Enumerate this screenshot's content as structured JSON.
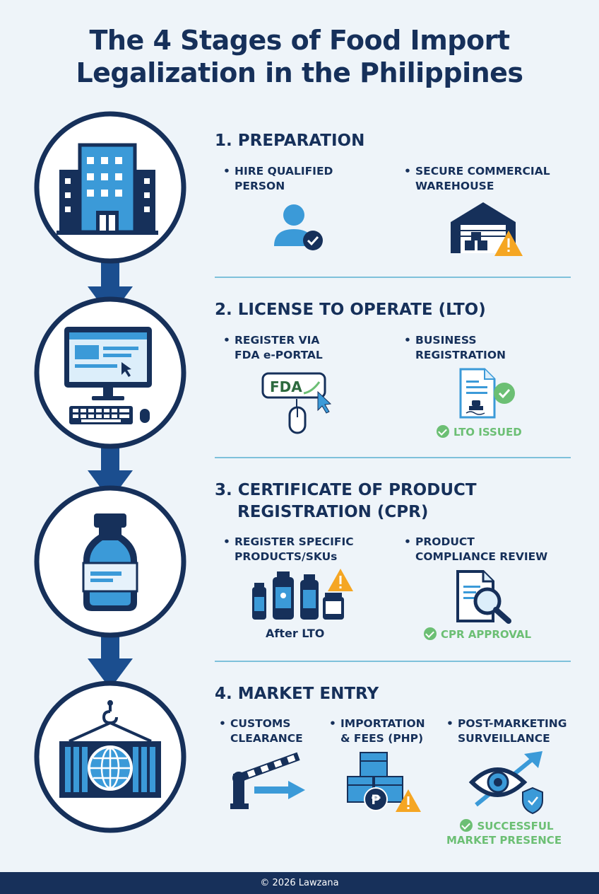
{
  "title": {
    "line1": "The 4 Stages of Food Import",
    "line2": "Legalization in the Philippines"
  },
  "stages": [
    {
      "title": "1. PREPARATION",
      "bullets": [
        {
          "lines": [
            "HIRE QUALIFIED",
            "PERSON"
          ],
          "icon": "person-check-icon"
        },
        {
          "lines": [
            "SECURE COMMERCIAL",
            "WAREHOUSE"
          ],
          "icon": "warehouse-warning-icon"
        }
      ],
      "circle_icon": "office-building-icon"
    },
    {
      "title": "2. LICENSE TO OPERATE (LTO)",
      "bullets": [
        {
          "lines": [
            "REGISTER VIA",
            "FDA e-PORTAL"
          ],
          "icon": "fda-mouse-icon"
        },
        {
          "lines": [
            "BUSINESS",
            "REGISTRATION"
          ],
          "icon": "document-stamp-icon"
        }
      ],
      "fda_label": "FDA",
      "status": "LTO ISSUED",
      "circle_icon": "computer-icon"
    },
    {
      "title_line1": "3. CERTIFICATE OF PRODUCT",
      "title_line2": "REGISTRATION (CPR)",
      "bullets": [
        {
          "lines": [
            "REGISTER SPECIFIC",
            "PRODUCTS/SKUs"
          ],
          "icon": "bottles-warning-icon"
        },
        {
          "lines": [
            "PRODUCT",
            "COMPLIANCE REVIEW"
          ],
          "icon": "document-search-icon"
        }
      ],
      "caption": "After LTO",
      "status": "CPR APPROVAL",
      "circle_icon": "bottle-icon"
    },
    {
      "title": "4. MARKET ENTRY",
      "bullets": [
        {
          "lines": [
            "CUSTOMS",
            "CLEARANCE"
          ],
          "icon": "barrier-arrow-icon"
        },
        {
          "lines": [
            "IMPORTATION",
            "& FEES (PHP)"
          ],
          "icon": "boxes-peso-icon"
        },
        {
          "lines": [
            "POST-MARKETING",
            "SURVEILLANCE"
          ],
          "icon": "eye-shield-icon"
        }
      ],
      "peso_symbol": "₱",
      "status_lines": [
        "SUCCESSFUL",
        "MARKET PRESENCE"
      ],
      "circle_icon": "shipping-container-icon"
    }
  ],
  "bullet_symbol": "•",
  "footer": "© 2026 Lawzana",
  "colors": {
    "navy": "#16305a",
    "blue": "#3b9ad8",
    "light_blue": "#7ec1db",
    "green": "#6cbf74",
    "orange": "#f5a623",
    "background": "#eef4f9"
  }
}
